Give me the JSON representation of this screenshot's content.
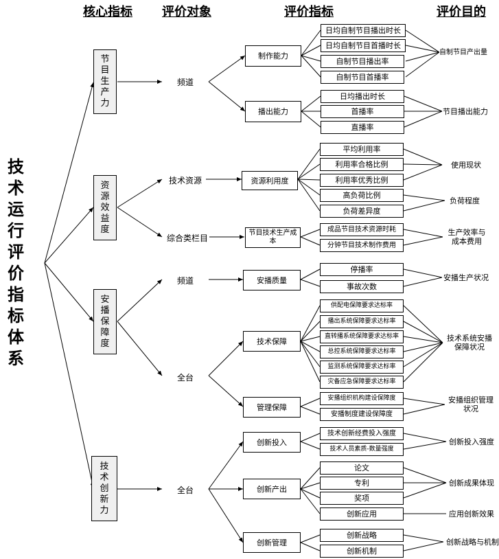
{
  "headers": {
    "core": "核心指标",
    "object": "评价对象",
    "indicator": "评价指标",
    "purpose": "评价目的"
  },
  "title": [
    "技",
    "术",
    "运",
    "行",
    "评",
    "价",
    "指",
    "标",
    "体",
    "系"
  ],
  "core": {
    "production": "节目生产力",
    "resource": "资源效益度",
    "safety": "安播保障度",
    "innovation": "技术创新力"
  },
  "objects": {
    "channel_1": "频道",
    "tech_resource": "技术资源",
    "program_column": "综合类栏目",
    "channel_2": "频道",
    "whole_station_1": "全台",
    "whole_station_2": "全台"
  },
  "categories": {
    "make_capacity": "制作能力",
    "broadcast_capacity": "播出能力",
    "resource_use": "资源利用度",
    "program_cost": "节目技术生产成本",
    "safe_quality": "安播质量",
    "tech_guarantee": "技术保障",
    "mgmt_guarantee": "管理保障",
    "innov_input": "创新投入",
    "innov_output": "创新产出",
    "innov_mgmt": "创新管理"
  },
  "indicators": {
    "i01": "日均自制节目播出时长",
    "i02": "日均自制节目首播时长",
    "i03": "自制节目播出率",
    "i04": "自制节目首播率",
    "i05": "日均播出时长",
    "i06": "首播率",
    "i07": "直播率",
    "i08": "平均利用率",
    "i09": "利用率合格比例",
    "i10": "利用率优秀比例",
    "i11": "高负荷比例",
    "i12": "负荷差异度",
    "i13": "成品节目技术资源时耗",
    "i14": "分钟节目技术制作费用",
    "i15": "停播率",
    "i16": "事故次数",
    "i17": "供配电保障要求达标率",
    "i18": "播出系统保障要求达标率",
    "i19": "直转播系统保障要求达标率",
    "i20": "总控系统保障要求达标率",
    "i21": "监测系统保障要求达标率",
    "i22": "灾备应急保障要求达标率",
    "i23": "安播组织机构建设保障度",
    "i24": "安播制度建设保障度",
    "i25": "技术创新经费投入强度",
    "i26": "技术人员素质-数量强度",
    "i27": "论文",
    "i28": "专利",
    "i29": "奖项",
    "i30": "创新应用",
    "i31": "创新战略",
    "i32": "创新机制"
  },
  "purposes": {
    "p01": "自制节目产出量",
    "p02": "节目播出能力",
    "p03": "使用现状",
    "p04": "负荷程度",
    "p05": "生产效率与成本费用",
    "p06": "安播生产状况",
    "p07": "技术系统安播保障状况",
    "p08": "安播组织管理状况",
    "p09": "创新投入强度",
    "p10": "创新成果体现",
    "p11": "应用创新效果",
    "p12": "创新战略与机制"
  }
}
